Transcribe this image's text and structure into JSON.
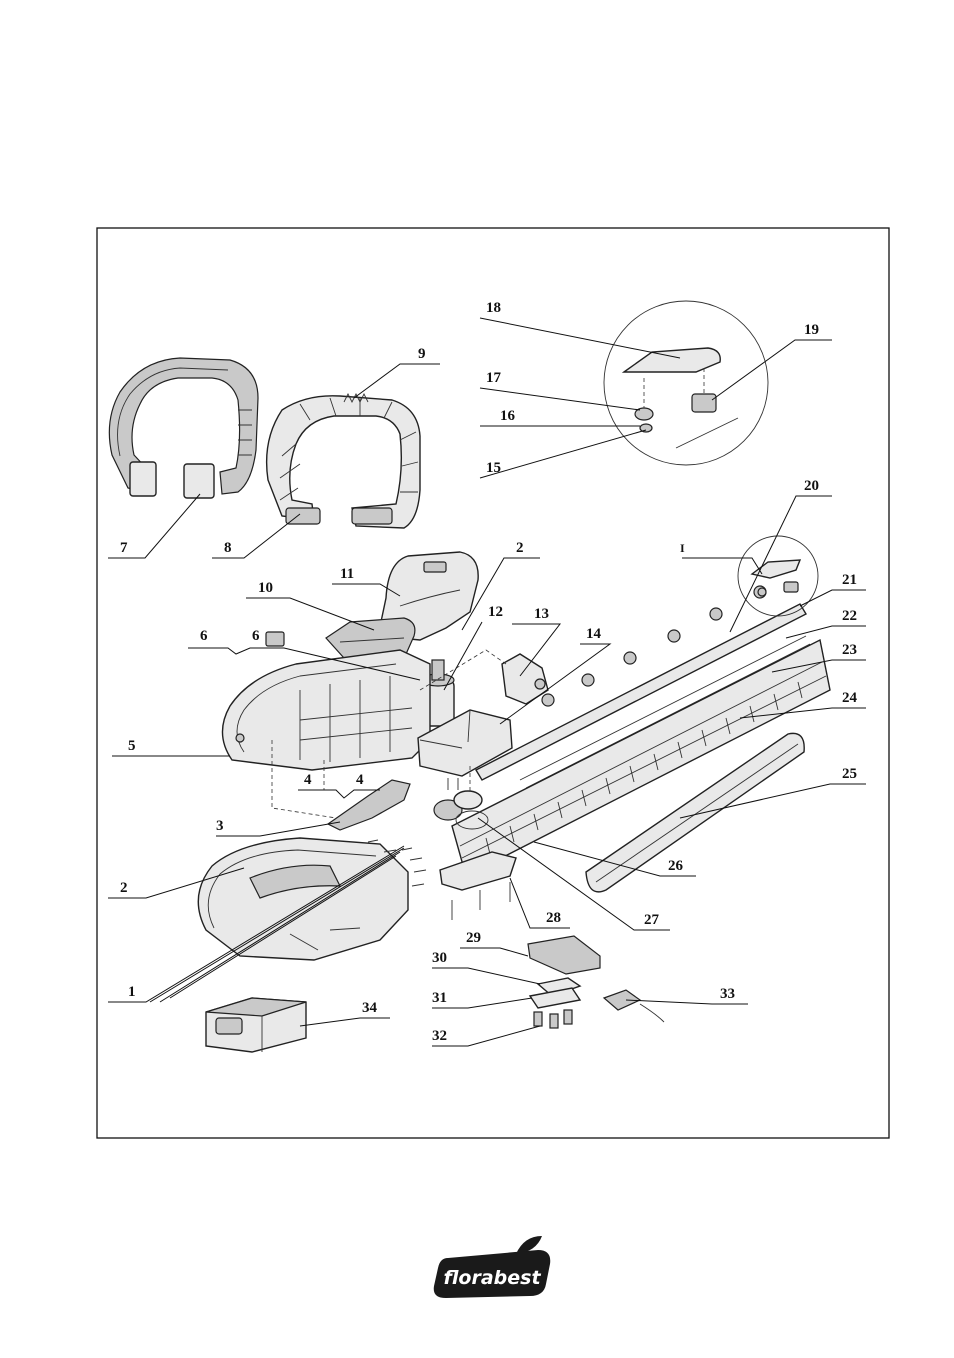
{
  "diagram": {
    "callouts": [
      {
        "id": "c1",
        "text": "1"
      },
      {
        "id": "c2a",
        "text": "2"
      },
      {
        "id": "c2b",
        "text": "2"
      },
      {
        "id": "c3",
        "text": "3"
      },
      {
        "id": "c4a",
        "text": "4"
      },
      {
        "id": "c4b",
        "text": "4"
      },
      {
        "id": "c5",
        "text": "5"
      },
      {
        "id": "c6a",
        "text": "6"
      },
      {
        "id": "c6b",
        "text": "6"
      },
      {
        "id": "c7",
        "text": "7"
      },
      {
        "id": "c8",
        "text": "8"
      },
      {
        "id": "c9",
        "text": "9"
      },
      {
        "id": "c10",
        "text": "10"
      },
      {
        "id": "c11",
        "text": "11"
      },
      {
        "id": "c12",
        "text": "12"
      },
      {
        "id": "c13",
        "text": "13"
      },
      {
        "id": "c14",
        "text": "14"
      },
      {
        "id": "c15",
        "text": "15"
      },
      {
        "id": "c16",
        "text": "16"
      },
      {
        "id": "c17",
        "text": "17"
      },
      {
        "id": "c18",
        "text": "18"
      },
      {
        "id": "c19",
        "text": "19"
      },
      {
        "id": "c20",
        "text": "20"
      },
      {
        "id": "c21",
        "text": "21"
      },
      {
        "id": "c22",
        "text": "22"
      },
      {
        "id": "c23",
        "text": "23"
      },
      {
        "id": "c24",
        "text": "24"
      },
      {
        "id": "c25",
        "text": "25"
      },
      {
        "id": "c26",
        "text": "26"
      },
      {
        "id": "c27",
        "text": "27"
      },
      {
        "id": "c28",
        "text": "28"
      },
      {
        "id": "c29",
        "text": "29"
      },
      {
        "id": "c30",
        "text": "30"
      },
      {
        "id": "c31",
        "text": "31"
      },
      {
        "id": "c32",
        "text": "32"
      },
      {
        "id": "c33",
        "text": "33"
      },
      {
        "id": "c34",
        "text": "34"
      }
    ],
    "detail_marker": "I"
  },
  "footer": {
    "brand_logo_text": "florabest",
    "brand_color": "#1a1a1a"
  }
}
